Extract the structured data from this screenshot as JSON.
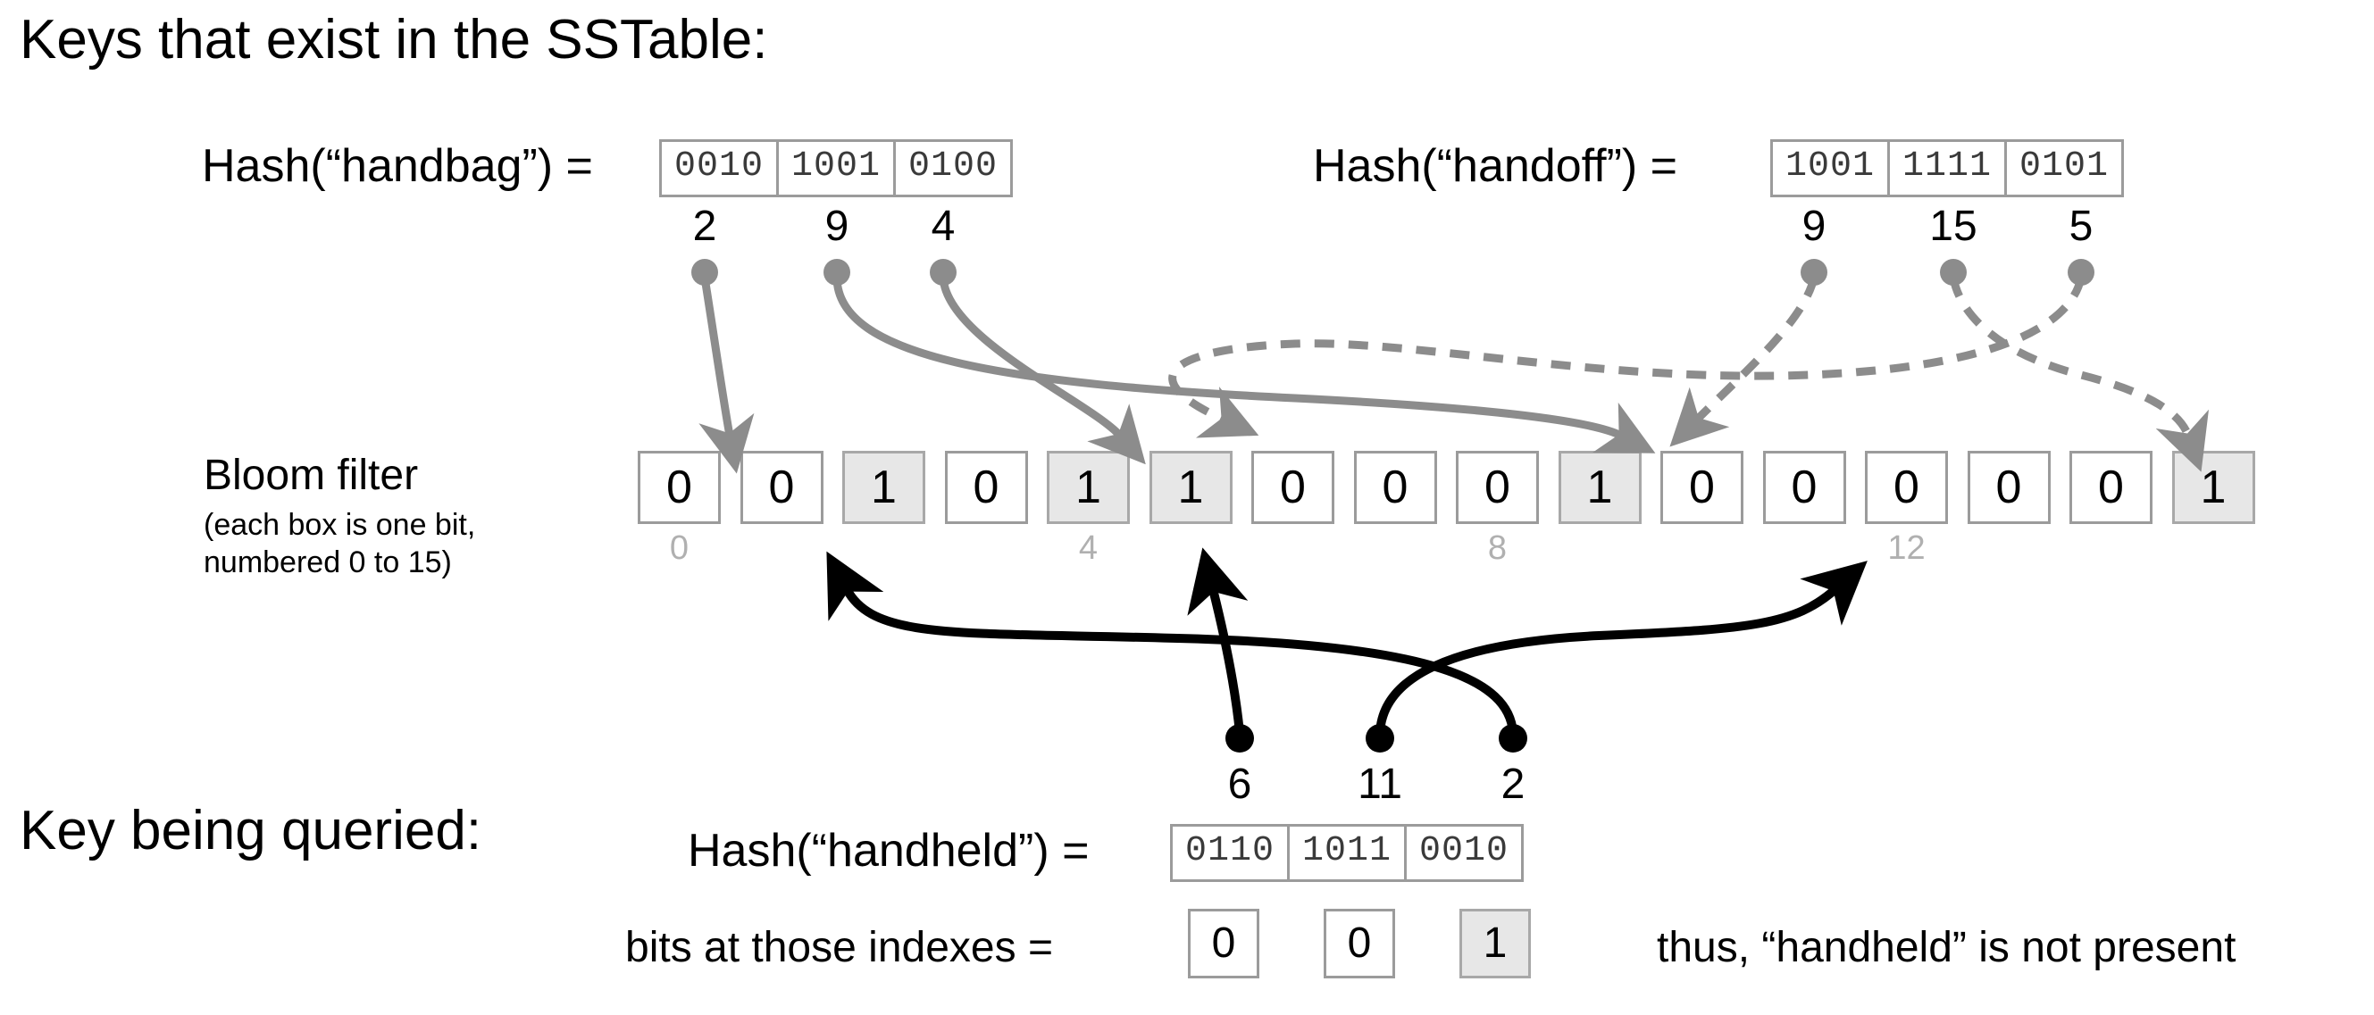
{
  "diagram": {
    "title_top": "Keys that exist in the SSTable:",
    "title_bottom": "Key being queried:",
    "bloom_label_main": "Bloom filter",
    "bloom_label_sub_line1": "(each box is one bit,",
    "bloom_label_sub_line2": "numbered 0 to 15)",
    "bits_label": "bits at those indexes =",
    "conclusion": "thus, “handheld” is not present"
  },
  "colors": {
    "existing_key_arrow": "#8c8c8c",
    "query_arrow": "#000000",
    "box_border": "#9b9b9b",
    "set_bit_fill": "#e7e7e7",
    "index_label": "#b0b0b0"
  },
  "hashes": [
    {
      "id": "handbag",
      "label": "Hash(“handbag”) =",
      "nibbles": [
        "0010",
        "1001",
        "0100"
      ],
      "indexes": [
        2,
        9,
        4
      ],
      "style": "solid"
    },
    {
      "id": "handoff",
      "label": "Hash(“handoff”) =",
      "nibbles": [
        "1001",
        "1111",
        "0101"
      ],
      "indexes": [
        9,
        15,
        5
      ],
      "style": "dashed"
    },
    {
      "id": "handheld",
      "label": "Hash(“handheld”) =",
      "nibbles": [
        "0110",
        "1011",
        "0010"
      ],
      "indexes": [
        6,
        11,
        2
      ],
      "style": "query"
    }
  ],
  "bloom_filter": {
    "size": 16,
    "bits": [
      0,
      0,
      1,
      0,
      1,
      1,
      0,
      0,
      0,
      1,
      0,
      0,
      0,
      0,
      0,
      1
    ],
    "index_ticks": [
      {
        "at": 0,
        "label": "0"
      },
      {
        "at": 4,
        "label": "4"
      },
      {
        "at": 8,
        "label": "8"
      },
      {
        "at": 12,
        "label": "12"
      }
    ]
  },
  "query_result": {
    "bits": [
      0,
      0,
      1
    ]
  }
}
